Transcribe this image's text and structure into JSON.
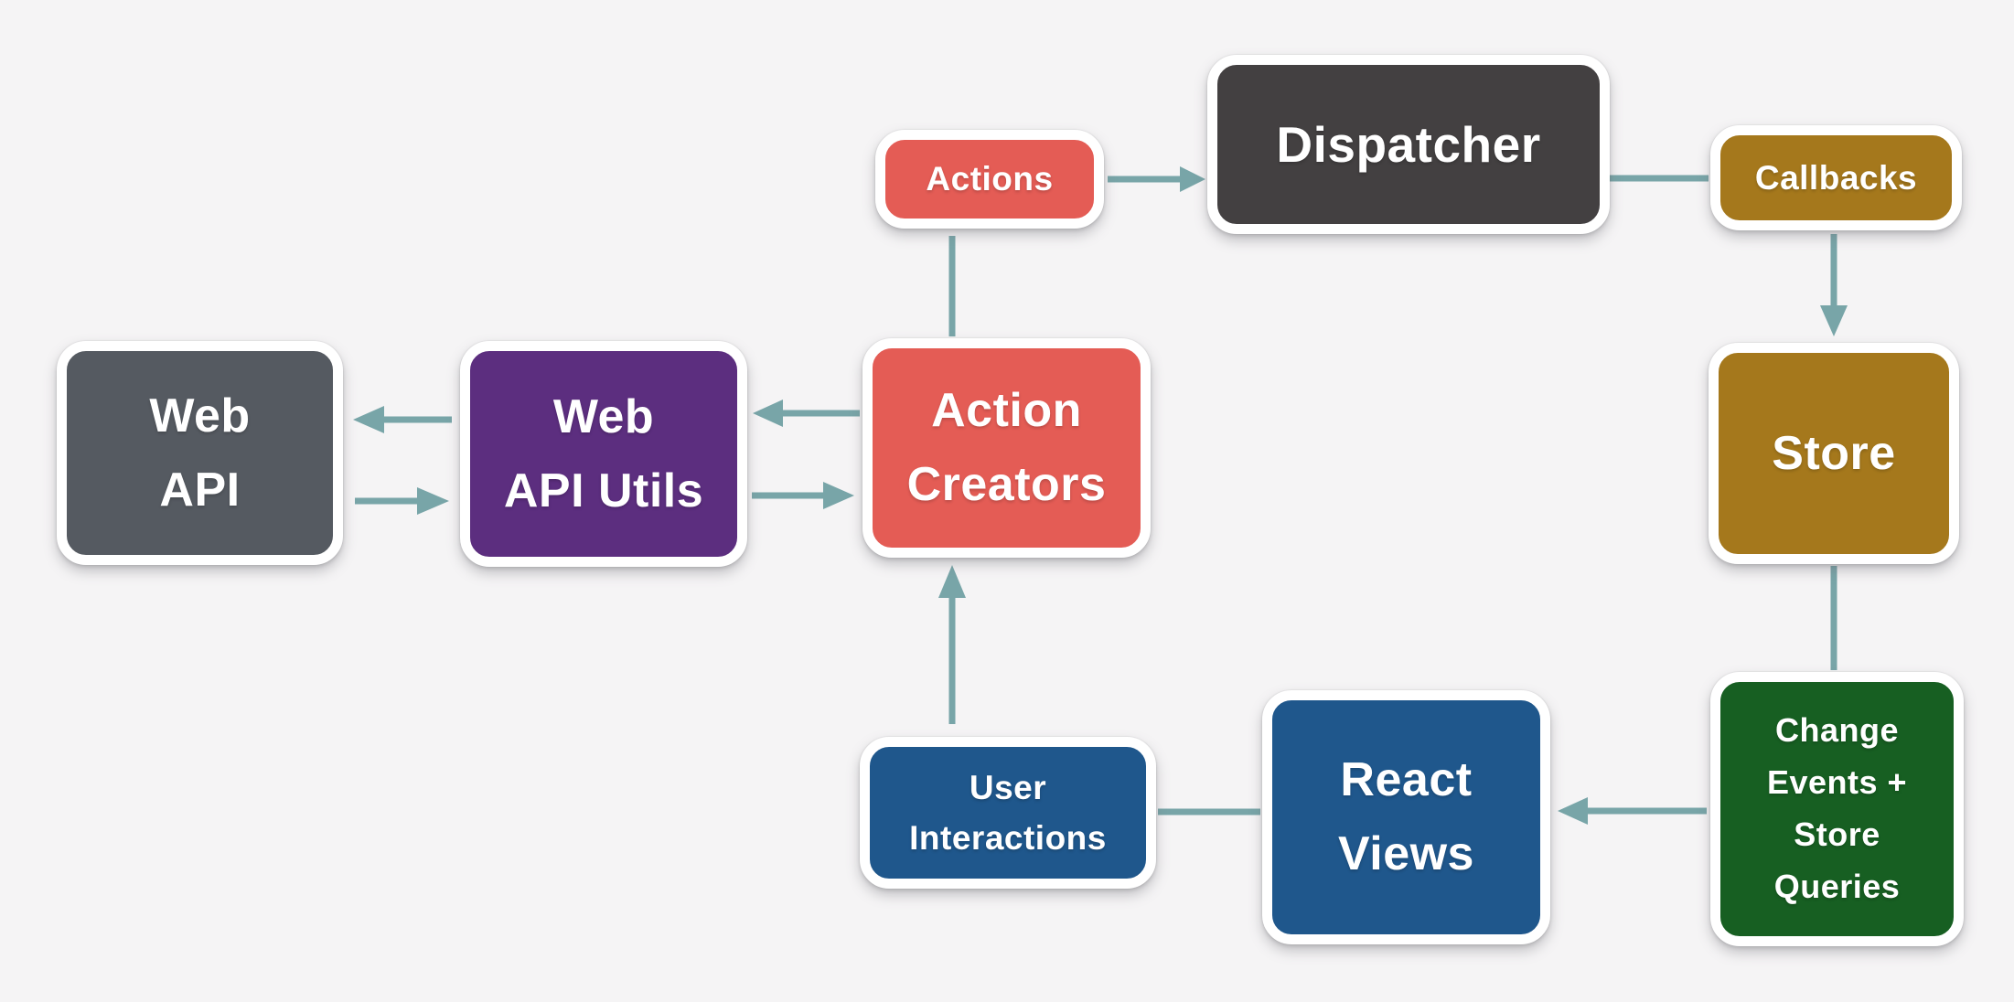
{
  "diagram": {
    "background_color": "#f5f4f5",
    "arrow_color": "#78a5a8",
    "node_border_color": "#ffffff",
    "node_text_color": "#ffffff"
  },
  "nodes": {
    "actions": {
      "label": "Actions",
      "color": "#e45c55"
    },
    "dispatcher": {
      "label": "Dispatcher",
      "color": "#434041"
    },
    "callbacks": {
      "label": "Callbacks",
      "color": "#a5781c"
    },
    "store": {
      "label": "Store",
      "color": "#a5781c"
    },
    "change_events": {
      "label": "Change Events + Store Queries",
      "lines": [
        "Change",
        "Events +",
        "Store",
        "Queries"
      ],
      "color": "#175f22"
    },
    "react_views": {
      "label": "React Views",
      "lines": [
        "React",
        "Views"
      ],
      "color": "#1f578c"
    },
    "user_interactions": {
      "label": "User Interactions",
      "lines": [
        "User",
        "Interactions"
      ],
      "color": "#1f578c"
    },
    "action_creators": {
      "label": "Action Creators",
      "lines": [
        "Action",
        "Creators"
      ],
      "color": "#e45c55"
    },
    "web_api_utils": {
      "label": "Web API Utils",
      "lines": [
        "Web",
        "API Utils"
      ],
      "color": "#5c2e7f"
    },
    "web_api": {
      "label": "Web API",
      "lines": [
        "Web",
        "API"
      ],
      "color": "#555a61"
    }
  },
  "edges": [
    {
      "from": "actions",
      "to": "dispatcher",
      "arrowhead": true
    },
    {
      "from": "dispatcher",
      "to": "callbacks",
      "arrowhead": false
    },
    {
      "from": "callbacks",
      "to": "store",
      "arrowhead": true
    },
    {
      "from": "store",
      "to": "change_events",
      "arrowhead": false
    },
    {
      "from": "change_events",
      "to": "react_views",
      "arrowhead": true
    },
    {
      "from": "react_views",
      "to": "user_interactions",
      "arrowhead": false
    },
    {
      "from": "user_interactions",
      "to": "action_creators",
      "arrowhead": true
    },
    {
      "from": "action_creators",
      "to": "actions",
      "arrowhead": false
    },
    {
      "from": "action_creators",
      "to": "web_api_utils",
      "arrowhead": true
    },
    {
      "from": "web_api_utils",
      "to": "action_creators",
      "arrowhead": true
    },
    {
      "from": "web_api_utils",
      "to": "web_api",
      "arrowhead": true
    },
    {
      "from": "web_api",
      "to": "web_api_utils",
      "arrowhead": true
    }
  ]
}
